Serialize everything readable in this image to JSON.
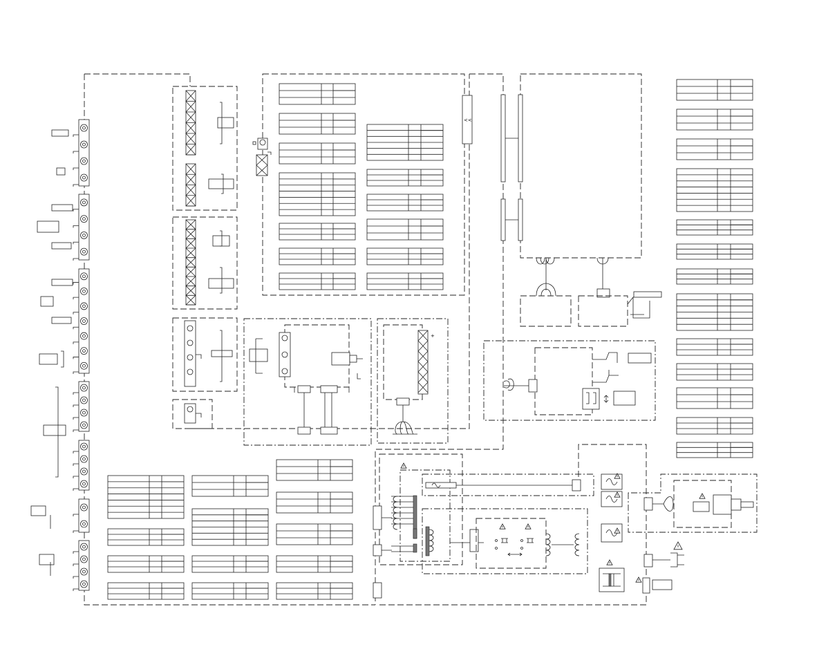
{
  "diagram": {
    "kind": "schematic-wiring-diagram",
    "colors": {
      "line": "#222222",
      "fill_dark": "#777777",
      "background": "#ffffff"
    },
    "symbols": [
      "rca-jack",
      "terminal-block",
      "connector",
      "cable-bundle",
      "warning-triangle",
      "ac-power-plug",
      "power-transformer",
      "fuse",
      "switch",
      "motor",
      "ground"
    ],
    "warning_mark": "⚠",
    "plus_mark": "+",
    "minus_mark": "−"
  }
}
